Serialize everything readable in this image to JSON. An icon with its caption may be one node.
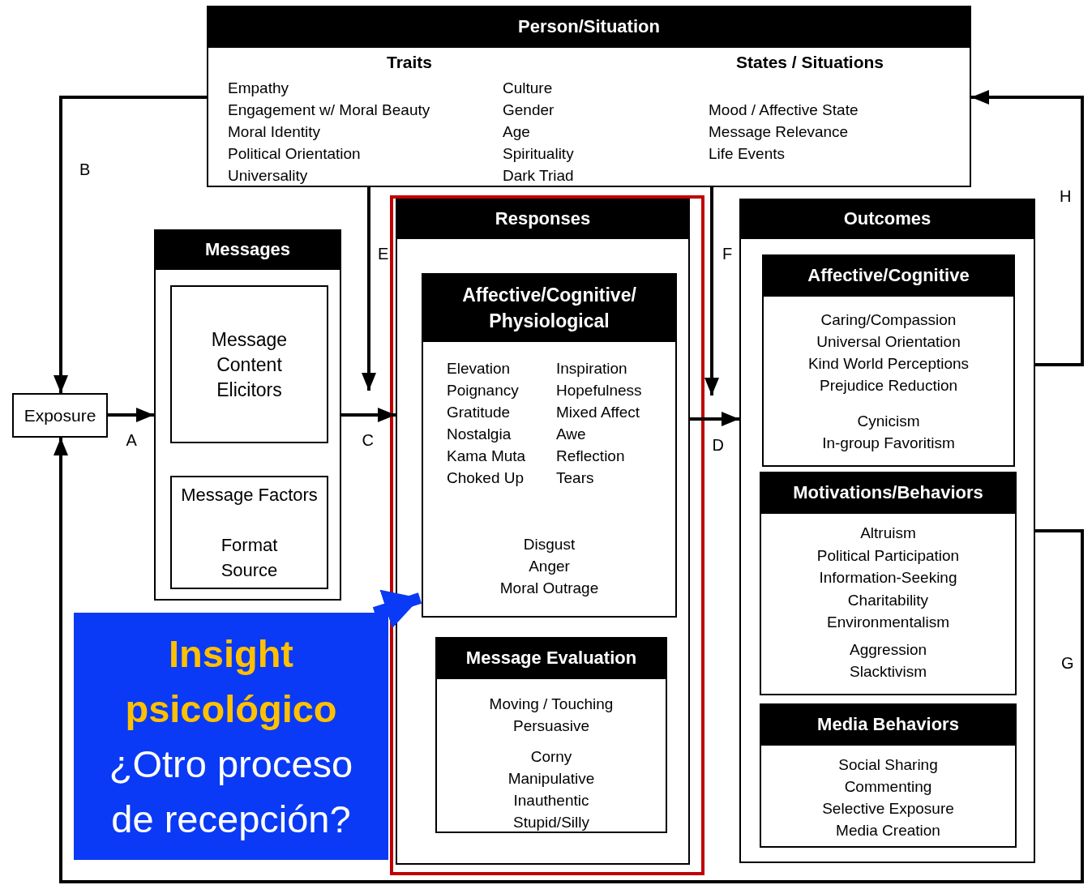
{
  "diagram": {
    "nodes": [
      {
        "text": [
          "Person/Situation",
          "Traits",
          "Empathy",
          "Engagement w/ Moral Beauty",
          "Moral Identity",
          "Political Orientation",
          "Universality",
          "Culture",
          "Gender",
          "Age",
          "Spirituality",
          "Dark Triad",
          "States / Situations",
          "Mood / Affective State",
          "Message Relevance",
          "Life Events"
        ]
      },
      {
        "text": [
          "Exposure"
        ]
      },
      {
        "text": [
          "Messages"
        ]
      },
      {
        "text": [
          "Message Content Elicitors"
        ],
        "in": 2
      },
      {
        "text": [
          "Message Factors",
          "Format",
          "Source"
        ],
        "in": 2
      },
      {
        "text": [
          "Responses"
        ]
      },
      {
        "text": [
          "Affective/Cognitive/ Physiological",
          "Elevation",
          "Poignancy",
          "Gratitude",
          "Nostalgia",
          "Kama Muta",
          "Choked Up",
          "Inspiration",
          "Hopefulness",
          "Mixed Affect",
          "Awe",
          "Reflection",
          "Tears",
          "Disgust",
          "Anger",
          "Moral Outrage"
        ],
        "in": 5
      },
      {
        "text": [
          "Message Evaluation",
          "Moving / Touching",
          "Persuasive",
          "Corny",
          "Manipulative",
          "Inauthentic",
          "Stupid/Silly"
        ],
        "in": 5
      },
      {
        "text": [
          "Outcomes"
        ]
      },
      {
        "text": [
          "Affective/Cognitive",
          "Caring/Compassion",
          "Universal Orientation",
          "Kind World Perceptions",
          "Prejudice Reduction",
          "Cynicism",
          "In-group Favoritism"
        ],
        "in": 8
      },
      {
        "text": [
          "Motivations/Behaviors",
          "Altruism",
          "Political Participation",
          "Information-Seeking",
          "Charitability",
          "Environmentalism",
          "Aggression",
          "Slacktivism"
        ],
        "in": 8
      },
      {
        "text": [
          "Media Behaviors",
          "Social Sharing",
          "Commenting",
          "Selective Exposure",
          "Media Creation"
        ],
        "in": 8
      },
      {
        "text": [
          "Insight psicológico",
          "¿Otro proceso de recepción?"
        ]
      }
    ],
    "edges": [
      {
        "from": 1,
        "to": 2,
        "arrow": "to",
        "label": "A"
      },
      {
        "from": 2,
        "to": 5,
        "arrow": "to",
        "label": "C"
      },
      {
        "from": 5,
        "to": 8,
        "arrow": "to",
        "label": "D"
      },
      {
        "from": 0,
        "to": 1,
        "arrow": "to",
        "label": "B"
      },
      {
        "from": 0,
        "to": 5,
        "arrow": "to",
        "label": "E"
      },
      {
        "from": 0,
        "to": 5,
        "arrow": "to",
        "label": "F"
      },
      {
        "from": 8,
        "to": 0,
        "arrow": "to",
        "label": "H"
      },
      {
        "from": 8,
        "to": 1,
        "arrow": "to",
        "label": "G"
      },
      {
        "from": 12,
        "to": 6,
        "arrow": "to",
        "style": "thick",
        "color": "#0a3af5"
      }
    ]
  }
}
